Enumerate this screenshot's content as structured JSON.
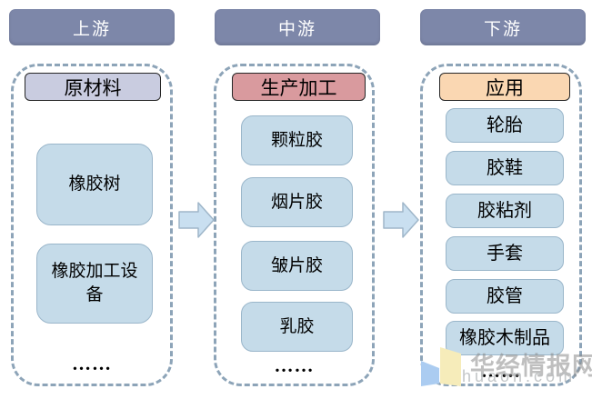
{
  "diagram": {
    "title_semantic": "natural-rubber-industry-chain",
    "columns": [
      {
        "header": "上游",
        "sub_header": "原材料",
        "items": [
          "橡胶树",
          "橡胶加工设备"
        ],
        "ellipsis": "……"
      },
      {
        "header": "中游",
        "sub_header": "生产加工",
        "items": [
          "颗粒胶",
          "烟片胶",
          "皱片胶",
          "乳胶"
        ],
        "ellipsis": "……"
      },
      {
        "header": "下游",
        "sub_header": "应用",
        "items": [
          "轮胎",
          "胶鞋",
          "胶粘剂",
          "手套",
          "胶管",
          "橡胶木制品"
        ],
        "ellipsis": "……"
      }
    ],
    "colors": {
      "stage_header_bg": "#7d87a9",
      "stage_header_text": "#ffffff",
      "sub_header_upstream_bg": "#c9cce0",
      "sub_header_midstream_bg": "#d99a9e",
      "sub_header_downstream_bg": "#fad7b2",
      "item_bg": "#c5dbe9",
      "item_border": "#9ab6ca",
      "dashed_border": "#8da4b8",
      "arrow_fill": "#c9dff0",
      "arrow_border": "#9fb6c9"
    }
  },
  "watermark": {
    "brand": "华经情报网",
    "domain_text": "huaon.com",
    "logo_colors": {
      "left_panel": "#abccf1",
      "right_panel": "#f6ecba"
    }
  }
}
